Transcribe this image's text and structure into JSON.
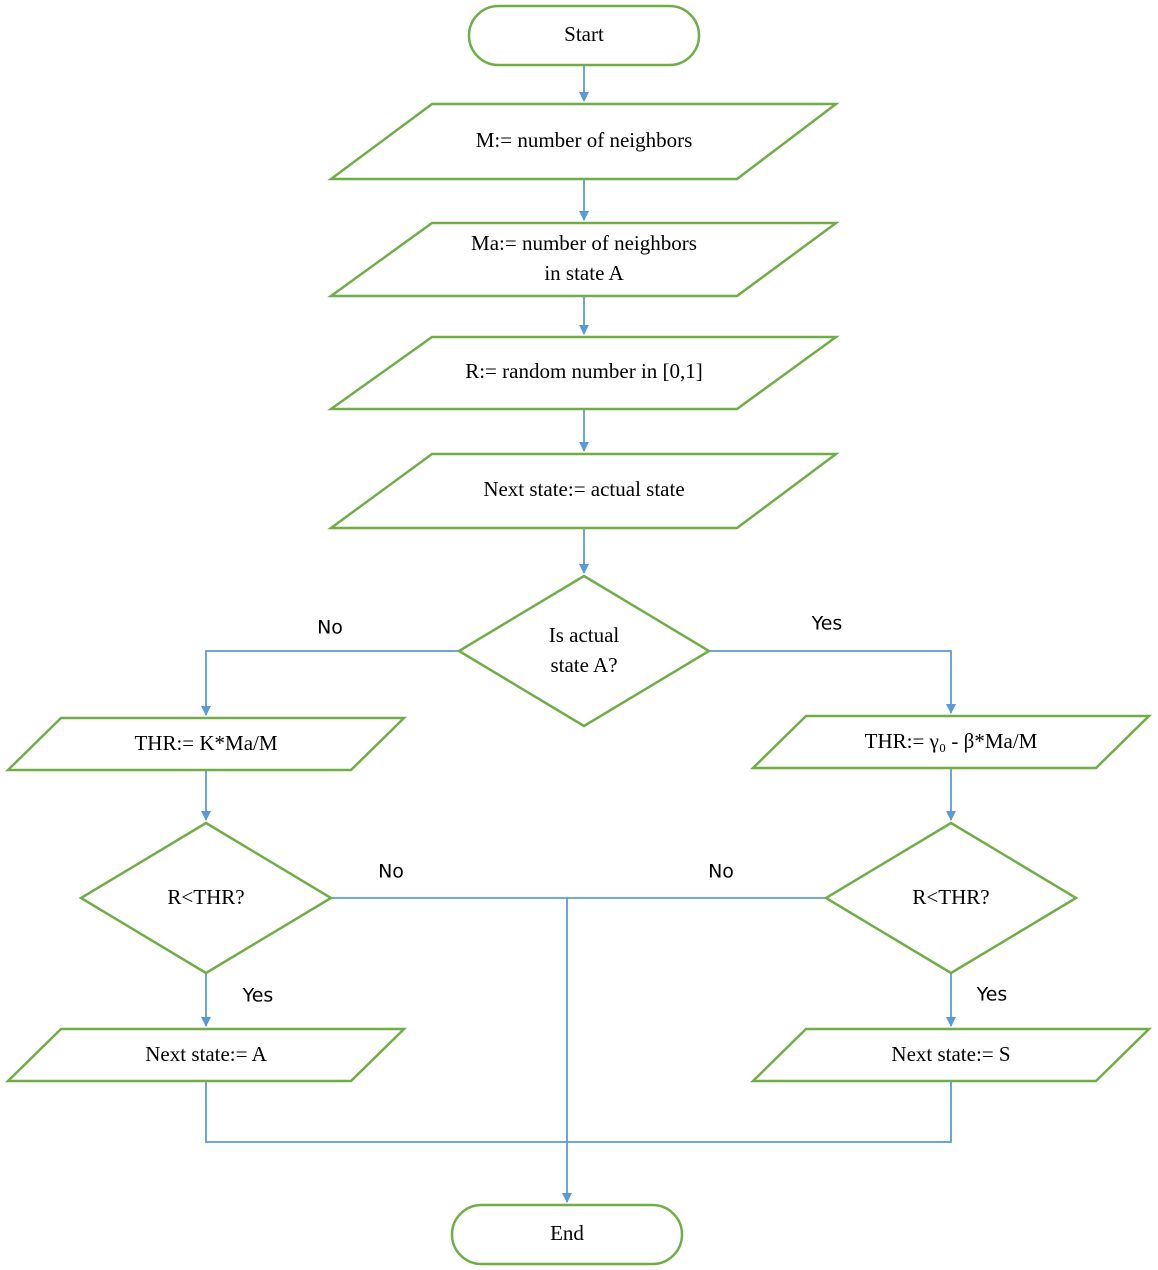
{
  "diagram": {
    "start": "Start",
    "end": "End",
    "step_m": "M:= number of neighbors",
    "step_ma_line1": "Ma:= number of neighbors",
    "step_ma_line2": "in state A",
    "step_r": "R:= random number in [0,1]",
    "step_next": "Next state:= actual state",
    "decision_main_line1": "Is actual",
    "decision_main_line2": "state A?",
    "thr_left": "THR:= K*Ma/M",
    "thr_right": "THR:= γ₀ - β*Ma/M",
    "decision_left": "R<THR?",
    "decision_right": "R<THR?",
    "result_left": "Next state:= A",
    "result_right": "Next state:= S"
  },
  "edge_labels": {
    "main_no": "No",
    "main_yes": "Yes",
    "left_no": "No",
    "right_no": "No",
    "left_yes": "Yes",
    "right_yes": "Yes"
  },
  "colors": {
    "shape_stroke": "#70ad47",
    "connector": "#5b9bd5"
  }
}
